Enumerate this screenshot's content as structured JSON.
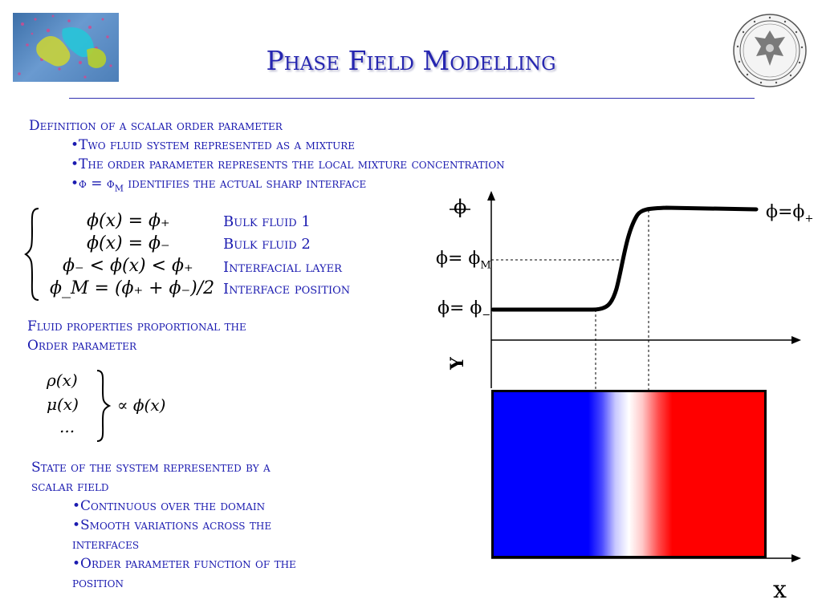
{
  "title": "Phase Field Modelling",
  "section1": {
    "heading": "Definition of a scalar order parameter",
    "bullets": [
      "•Two fluid system represented as a mixture",
      "•The order parameter represents the local mixture concentration"
    ],
    "bullet3_prefix": "•ϕ = ϕ",
    "bullet3_sub": "M",
    "bullet3_suffix": " identifies the actual sharp interface"
  },
  "cases": {
    "rows": [
      {
        "math": "ϕ(x) = ϕ₊",
        "label": "Bulk fluid 1"
      },
      {
        "math": "ϕ(x) = ϕ₋",
        "label": "Bulk fluid 2"
      },
      {
        "math": "ϕ₋ < ϕ(x) < ϕ₊",
        "label": "Interfacial layer"
      },
      {
        "math": "ϕ_M = (ϕ₊ + ϕ₋)/2",
        "label": "Interface position"
      }
    ]
  },
  "section2": {
    "heading_line1": "Fluid properties proportional the",
    "heading_line2": "Order parameter",
    "props": [
      "ρ(x)",
      "μ(x)",
      "..."
    ],
    "prop_rhs": "∝ ϕ(x)"
  },
  "section3": {
    "heading_line1": "State of the system represented by a",
    "heading_line2": "scalar field",
    "bullets": [
      "•Continuous over the domain",
      "•Smooth variations across the",
      "interfaces",
      "•Order parameter function of the",
      "position"
    ]
  },
  "graph": {
    "phi_axis_label": "ϕ",
    "y_axis_label": "Y",
    "x_axis_label": "x",
    "phi_plus_label": "ϕ=ϕ",
    "phi_plus_sub": "+",
    "phi_m_label": "ϕ= ϕ",
    "phi_m_sub": "M",
    "phi_minus_label": "ϕ= ϕ",
    "phi_minus_sub": "−"
  },
  "colors": {
    "text_blue": "#1b1bb0",
    "fluid_blue": "#0000ff",
    "fluid_red": "#ff0000"
  }
}
